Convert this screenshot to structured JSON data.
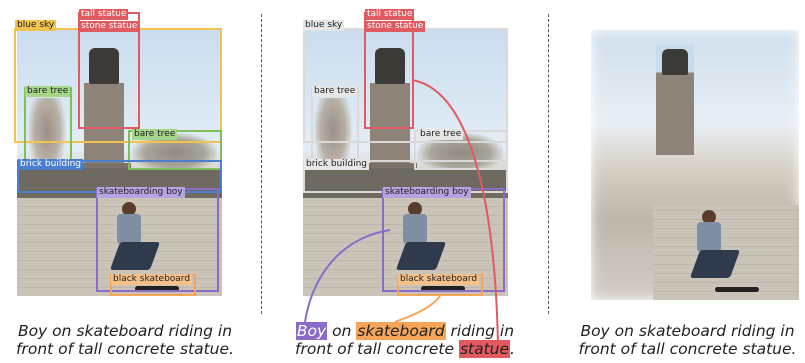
{
  "panels": {
    "left": {
      "labels": {
        "tall_statue": "tall statue",
        "stone_statue": "stone statue",
        "blue_sky": "blue sky",
        "bare_tree_1": "bare tree",
        "bare_tree_2": "bare tree",
        "brick_building": "brick building",
        "skateboarding_boy": "skateboarding boy",
        "black_skateboard": "black skateboard"
      },
      "caption": {
        "line1": "Boy on skateboard riding in",
        "line2": "front of tall concrete statue."
      }
    },
    "middle": {
      "labels": {
        "tall_statue": "tall statue",
        "stone_statue": "stone statue",
        "blue_sky": "blue sky",
        "bare_tree_1": "bare tree",
        "bare_tree_2": "bare tree",
        "brick_building": "brick building",
        "skateboarding_boy": "skateboarding boy",
        "black_skateboard": "black skateboard"
      },
      "caption": {
        "w1": "Boy",
        "w2": " on ",
        "w3": "skateboard",
        "w4": " riding in",
        "w5": "front of tall concrete ",
        "w6": "statue",
        "w7": "."
      }
    },
    "right": {
      "caption": {
        "line1": "Boy on skateboard riding in",
        "line2": "front of tall concrete statue."
      }
    }
  },
  "colors": {
    "statue": "#e05a5f",
    "sky": "#f2c14e",
    "tree": "#7fbf5a",
    "building": "#4a7fd0",
    "boy": "#8a6cc8",
    "skateboard": "#f5a55a",
    "neutral": "#d9d9d9"
  }
}
